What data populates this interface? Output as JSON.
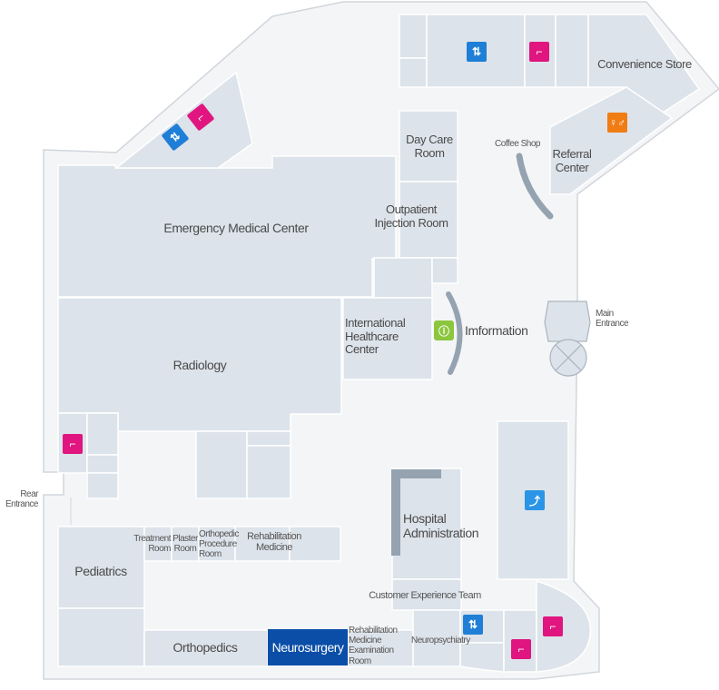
{
  "rooms": {
    "emergency": "Emergency Medical Center",
    "radiology": "Radiology",
    "day_care": "Day Care\nRoom",
    "outpatient_injection": "Outpatient\nInjection Room",
    "international": "International\nHealthcare\nCenter",
    "information": "Imformation",
    "coffee": "Coffee Shop",
    "referral": "Referral\nCenter",
    "convenience": "Convenience Store",
    "main_entrance": "Main\nEntrance",
    "rear_entrance": "Rear\nEntrance",
    "hospital_admin": "Hospital\nAdministration",
    "customer_exp": "Customer Experience Team",
    "treatment": "Treatment\nRoom",
    "plaster": "Plaster\nRoom",
    "ortho_proc": "Orthopedic\nProcedure\nRoom",
    "rehab_med": "Rehabilitation\nMedicine",
    "pediatrics": "Pediatrics",
    "orthopedics": "Orthopedics",
    "neurosurgery": "Neurosurgery",
    "rehab_exam": "Rehabilitation\nMedicine\nExamination\nRoom",
    "neuropsychiatry": "Neuropsychiatry"
  },
  "icons": {
    "elevator": "elevator-icon",
    "stairs": "stairs-icon",
    "restroom": "restroom-icon",
    "escalator": "escalator-icon",
    "info": "info-icon"
  },
  "colors": {
    "highlight": "#0b4ea8",
    "elevator": "#1f7fd6",
    "stairs": "#e0157f",
    "restroom": "#f07c14",
    "escalator": "#2a95e6",
    "info": "#8cc63e"
  }
}
